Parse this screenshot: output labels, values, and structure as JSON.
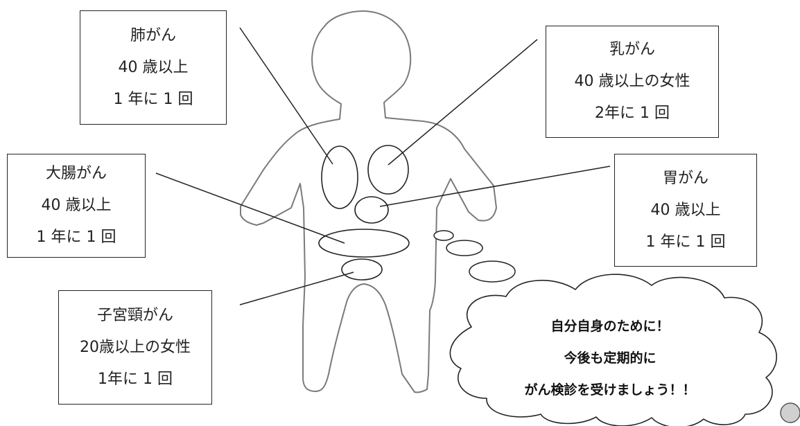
{
  "boxes": {
    "lung": {
      "name": "肺がん",
      "age": "40 歳以上",
      "frequency": "1 年に 1 回"
    },
    "breast": {
      "name": "乳がん",
      "age": "40 歳以上の女性",
      "frequency": "2年に 1 回"
    },
    "colon": {
      "name": "大腸がん",
      "age": "40 歳以上",
      "frequency": "1 年に 1 回"
    },
    "stomach": {
      "name": "胃がん",
      "age": "40 歳以上",
      "frequency": "1 年に 1 回"
    },
    "cervical": {
      "name": "子宮頸がん",
      "age": "20歳以上の女性",
      "frequency": "1年に 1 回"
    }
  },
  "thought_bubble": {
    "line1": "自分自身のために！",
    "line2": "今後も定期的に",
    "line3": "がん検診を受けましょう！！"
  },
  "colors": {
    "outline": "#7a7a7a",
    "text": "#222222"
  }
}
